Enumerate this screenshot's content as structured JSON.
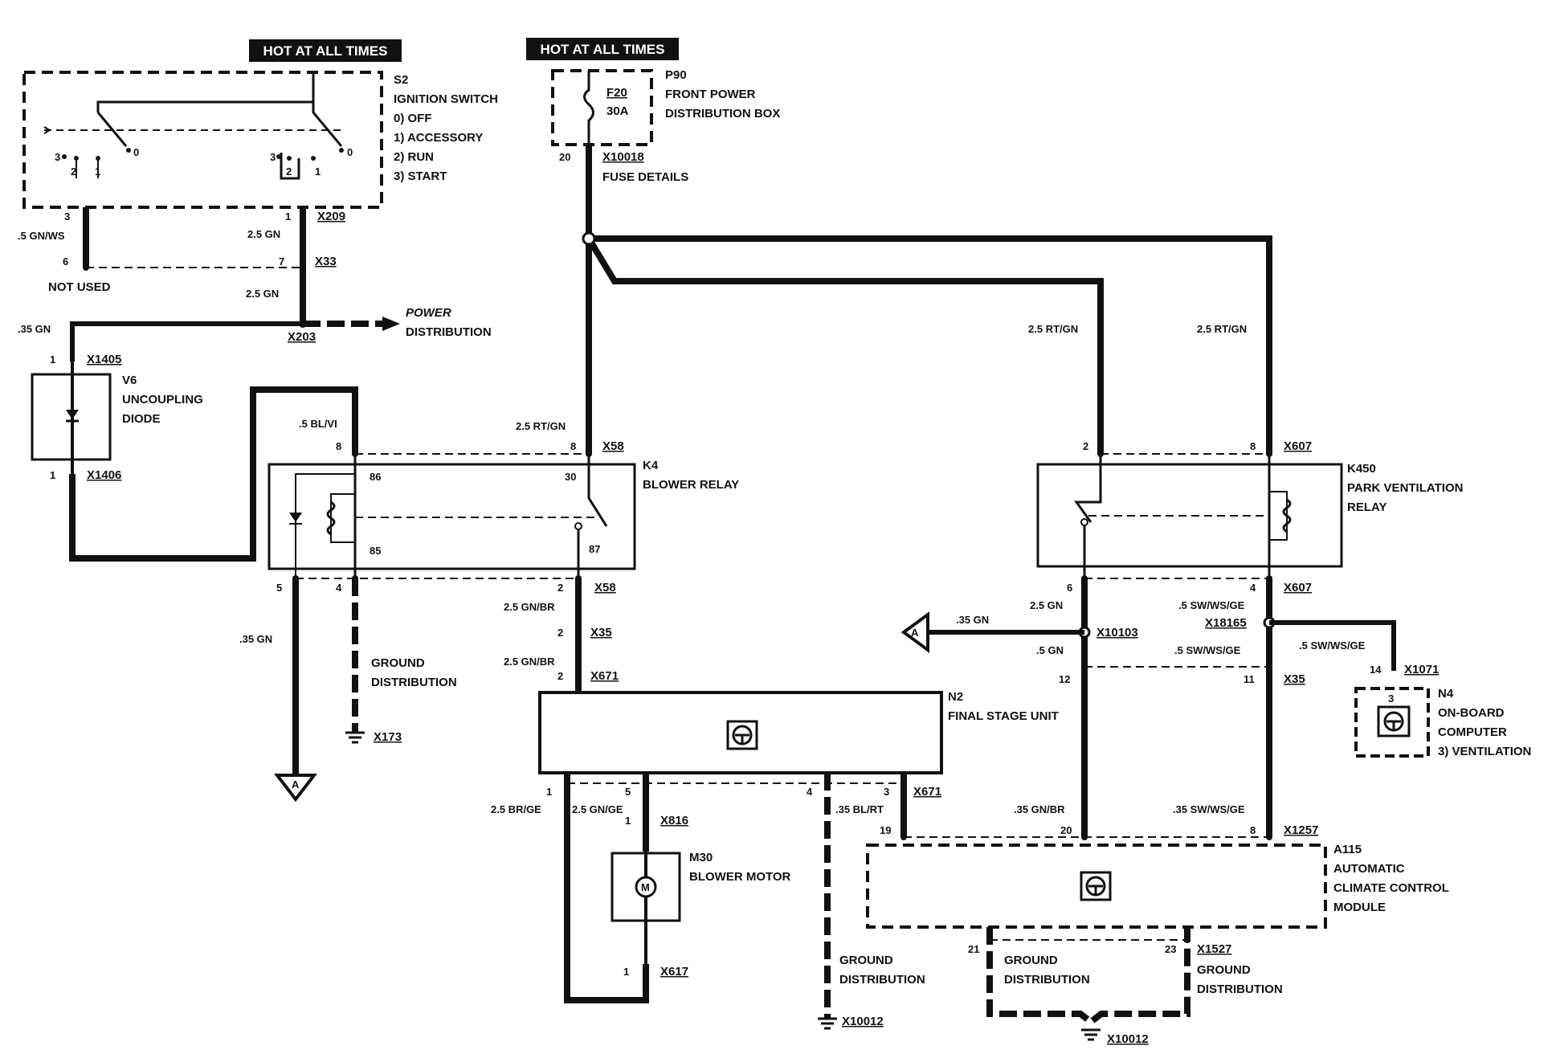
{
  "colors": {
    "wire": "#111111",
    "background": "#ffffff",
    "banner": "#111111",
    "banner_text": "#ffffff"
  },
  "banners": {
    "left": "HOT AT ALL TIMES",
    "right": "HOT AT ALL TIMES"
  },
  "s2": {
    "id": "S2",
    "name": "IGNITION SWITCH",
    "positions": [
      "0)   OFF",
      "1)   ACCESSORY",
      "2)   RUN",
      "3)   START"
    ],
    "contacts_left": [
      "3",
      "2",
      "1",
      "0"
    ],
    "contacts_right": [
      "3",
      "2",
      "1",
      "0"
    ],
    "pin_left": "3",
    "pin_right": "1",
    "connector": "X209"
  },
  "p90": {
    "id": "P90",
    "name_line1": "FRONT POWER",
    "name_line2": "DISTRIBUTION BOX",
    "fuse": "F20",
    "rating": "30A",
    "pin": "20",
    "connector": "X10018",
    "note": "FUSE DETAILS"
  },
  "x33": {
    "connector": "X33",
    "pin_left": "6",
    "pin_right": "7",
    "not_used": "NOT USED"
  },
  "wires": {
    "w_05gnws": ".5 GN/WS",
    "w_25gn_a": "2.5 GN",
    "w_25gn_b": "2.5 GN",
    "w_035gn": ".35 GN",
    "w_05blvi": ".5 BL/VI",
    "w_25rtgn_k4": "2.5 RT/GN",
    "w_25rtgn_a": "2.5 RT/GN",
    "w_25rtgn_b": "2.5 RT/GN",
    "w_035gn_k4": ".35 GN",
    "w_25gnbr_a": "2.5 GN/BR",
    "w_25gnbr_b": "2.5 GN/BR",
    "w_25gn_k450": "2.5  GN",
    "w_05swwsge_k450": ".5 SW/WS/GE",
    "w_035gn_a": ".35 GN",
    "w_05gn": ".5 GN",
    "w_05swwsge_b": ".5 SW/WS/GE",
    "w_05swwsge_c": ".5 SW/WS/GE",
    "w_25brge": "2.5 BR/GE",
    "w_25gnge": "2.5 GN/GE",
    "w_035blrt": ".35 BL/RT",
    "w_035gnbr": ".35 GN/BR",
    "w_035swwsge": ".35 SW/WS/GE"
  },
  "x203": {
    "connector": "X203",
    "power_line1": "POWER",
    "power_line2": "DISTRIBUTION"
  },
  "v6": {
    "id": "V6",
    "name_line1": "UNCOUPLING",
    "name_line2": "DIODE",
    "pin_top": "1",
    "conn_top": "X1405",
    "pin_bottom": "1",
    "conn_bottom": "X1406"
  },
  "k4": {
    "id": "K4",
    "name": "BLOWER RELAY",
    "term86": "86",
    "term85": "85",
    "term30": "30",
    "term87": "87",
    "pin_in_left": "8",
    "pin_in_right": "8",
    "conn_top": "X58",
    "pin5": "5",
    "pin4": "4",
    "pin2": "2",
    "conn_bottom": "X58"
  },
  "ground_x173": {
    "line1": "GROUND",
    "line2": "DISTRIBUTION",
    "connector": "X173"
  },
  "x35_left": {
    "pin": "2",
    "connector": "X35"
  },
  "x671_top": {
    "pin": "2",
    "connector": "X671"
  },
  "k450": {
    "id": "K450",
    "name_line1": "PARK VENTILATION",
    "name_line2": "RELAY",
    "pin_top_left": "2",
    "pin_top_right": "8",
    "conn_top": "X607",
    "pin_bot_left": "6",
    "pin_bot_right": "4",
    "conn_bottom": "X607"
  },
  "x10103": {
    "connector": "X10103",
    "ref": "A"
  },
  "x18165": {
    "connector": "X18165"
  },
  "x35_right": {
    "pin_left": "12",
    "pin_right": "11",
    "connector": "X35"
  },
  "n4": {
    "id": "N4",
    "name_line1": "ON-BOARD",
    "name_line2": "COMPUTER",
    "name_line3": "3)   VENTILATION",
    "pin": "14",
    "connector": "X1071",
    "inner_pin": "3"
  },
  "n2": {
    "id": "N2",
    "name": "FINAL STAGE UNIT",
    "pin1": "1",
    "pin5": "5",
    "pin4": "4",
    "pin3": "3",
    "conn_bottom": "X671"
  },
  "m30": {
    "id": "M30",
    "name": "BLOWER MOTOR",
    "pin_top": "1",
    "conn_top": "X816",
    "pin_bottom": "1",
    "conn_bottom": "X617"
  },
  "ground_x10012_mid": {
    "line1": "GROUND",
    "line2": "DISTRIBUTION",
    "connector": "X10012"
  },
  "a115": {
    "id": "A115",
    "name_line1": "AUTOMATIC",
    "name_line2": "CLIMATE CONTROL",
    "name_line3": "MODULE",
    "pin19": "19",
    "pin20": "20",
    "pin8": "8",
    "conn_top": "X1257",
    "pin21": "21",
    "pin23": "23",
    "conn_bottom": "X1527"
  },
  "ground_a115_left": {
    "line1": "GROUND",
    "line2": "DISTRIBUTION"
  },
  "ground_a115_right": {
    "line1": "GROUND",
    "line2": "DISTRIBUTION"
  },
  "ground_x10012_bot": {
    "connector": "X10012"
  },
  "offpage_ref": {
    "label": "A"
  }
}
